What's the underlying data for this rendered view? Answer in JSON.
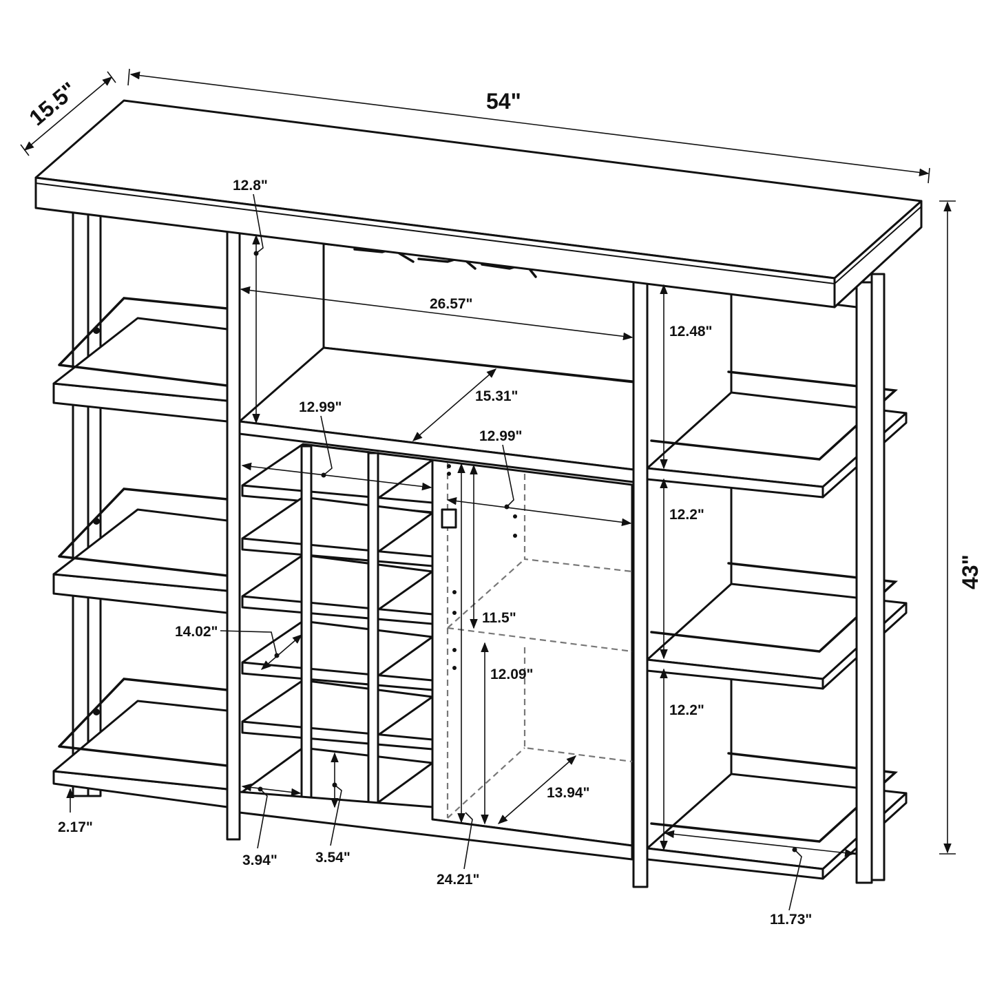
{
  "overall": {
    "depth": "15.5\"",
    "width": "54\"",
    "height": "43\""
  },
  "dimensions": {
    "top_to_shelf": "12.8\"",
    "center_opening_width": "26.57\"",
    "center_shelf_depth": "15.31\"",
    "wine_rack_width": "12.99\"",
    "cabinet_width": "12.99\"",
    "side_upper_gap": "12.48\"",
    "side_middle_gap": "12.2\"",
    "side_lower_gap": "12.2\"",
    "cabinet_upper_height": "11.5\"",
    "cabinet_lower_height": "12.09\"",
    "cabinet_depth": "13.94\"",
    "wine_cell_depth": "14.02\"",
    "floor_clearance": "2.17\"",
    "rack_leg_spacing": "3.94\"",
    "rack_base_height": "3.54\"",
    "cabinet_total_height": "24.21\"",
    "side_shelf_width": "11.73\""
  },
  "colors": {
    "line": "#111111",
    "hidden_line": "#777777",
    "background": "#ffffff"
  }
}
